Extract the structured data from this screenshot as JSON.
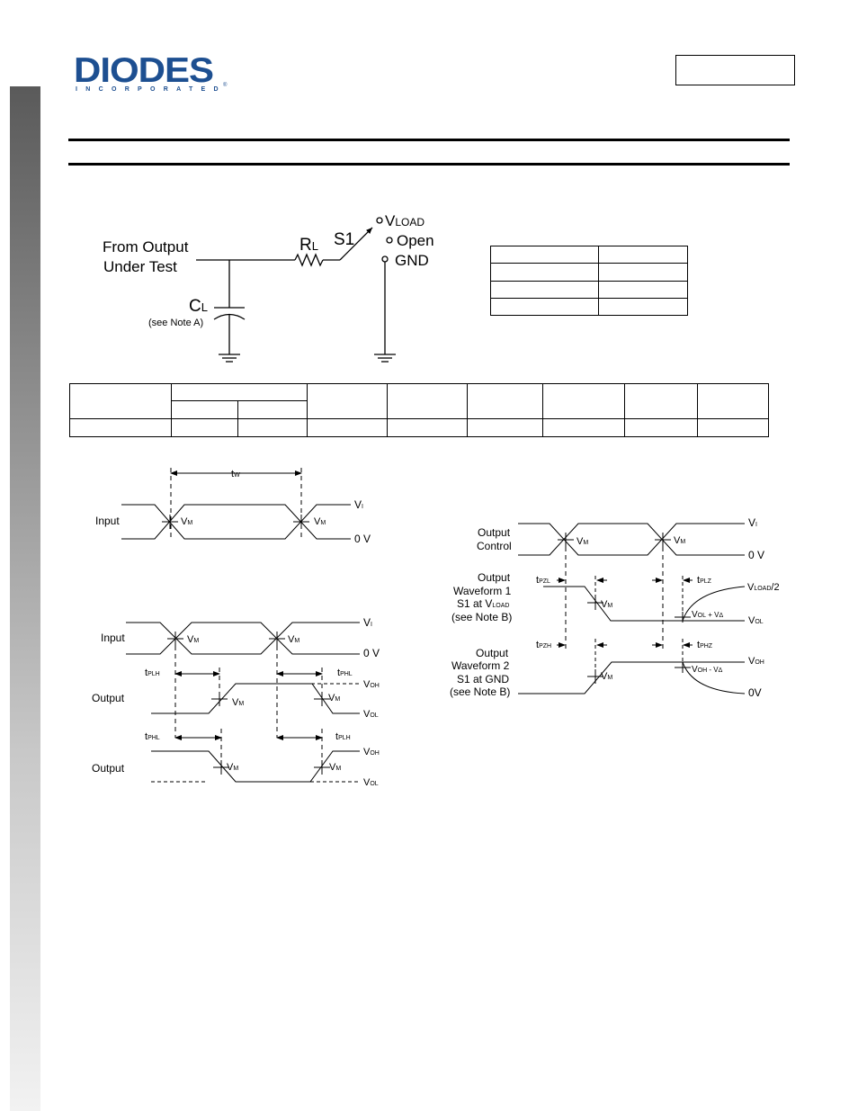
{
  "brand": {
    "logo_text": "DIODES",
    "logo_subtext": "INCORPORATED",
    "registered_mark": "®"
  },
  "circuit": {
    "from_output_line1": "From Output",
    "from_output_line2": "Under Test",
    "rl_main": "R",
    "rl_sub": "L",
    "s1": "S1",
    "vload_main": "V",
    "vload_sub": "LOAD",
    "open": "Open",
    "gnd": "GND",
    "cl_main": "C",
    "cl_sub": "L",
    "cl_note": "(see Note A)"
  },
  "waveform_pulse": {
    "tw_main": "t",
    "tw_sub": "W",
    "input_label": "Input",
    "vm1_main": "V",
    "vm1_sub": "M",
    "vm2_main": "V",
    "vm2_sub": "M",
    "vi_main": "V",
    "vi_sub": "I",
    "zero_v": "0 V"
  },
  "waveform_prop": {
    "input_label": "Input",
    "vm_main": "V",
    "vm_sub": "M",
    "vi_main": "V",
    "vi_sub": "I",
    "zero_v": "0 V",
    "tplh_main": "t",
    "tplh_sub": "PLH",
    "tphl_main": "t",
    "tphl_sub": "PHL",
    "output1_label": "Output",
    "output2_label": "Output",
    "voh_main": "V",
    "voh_sub": "OH",
    "vol_main": "V",
    "vol_sub": "OL"
  },
  "waveform_enable": {
    "output_control_line1": "Output",
    "output_control_line2": "Control",
    "vm_main": "V",
    "vm_sub": "M",
    "vi_main": "V",
    "vi_sub": "I",
    "zero_v": "0 V",
    "wf1_line1": "Output",
    "wf1_line2": "Waveform 1",
    "wf1_line3_main": "S1 at V",
    "wf1_line3_sub": "LOAD",
    "wf1_line4": "(see Note B)",
    "wf2_line1": "Output",
    "wf2_line2": "Waveform 2",
    "wf2_line3": "S1 at GND",
    "wf2_line4": "(see Note B)",
    "tpzl_main": "t",
    "tpzl_sub": "PZL",
    "tplz_main": "t",
    "tplz_sub": "PLZ",
    "tpzh_main": "t",
    "tpzh_sub": "PZH",
    "tphz_main": "t",
    "tphz_sub": "PHZ",
    "vload2_main": "V",
    "vload2_sub": "LOAD",
    "vload2_suffix": "/2",
    "vol_plus_main": "V",
    "vol_plus_sub": "OL",
    "vol_plus_suffix": " + V",
    "vol_main": "V",
    "vol_sub": "OL",
    "voh_main": "V",
    "voh_sub": "OH",
    "voh_minus_main": "V",
    "voh_minus_sub": "OH",
    "voh_minus_suffix": " - V",
    "delta_sub": "Δ",
    "zero_v_end": "0V"
  }
}
